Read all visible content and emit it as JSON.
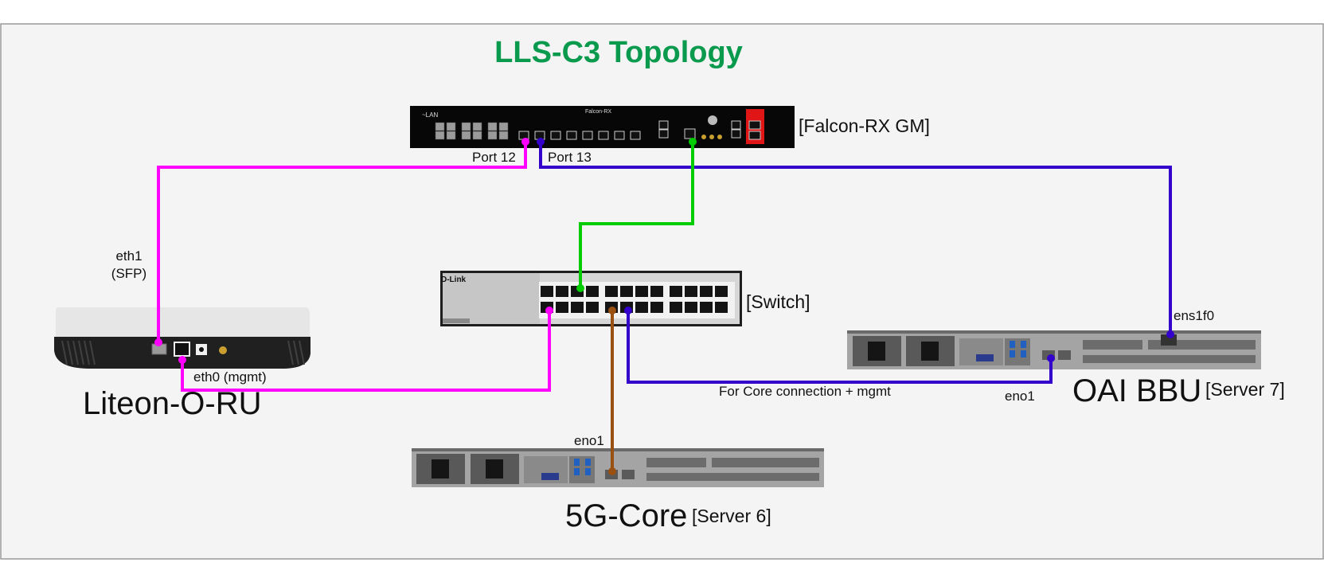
{
  "title": "LLS-C3 Topology",
  "colors": {
    "title": "#0a9a4e",
    "ptp_link": "#ff00ff",
    "oai_link": "#3300cc",
    "gm_switch_link": "#00cc00",
    "core_link": "#9a5010",
    "background": "#f4f4f4",
    "border": "#9a9a9a"
  },
  "devices": {
    "falcon": {
      "tag": "[Falcon-RX GM]",
      "brand": "Falcon-RX",
      "port12": "Port 12",
      "port13": "Port 13"
    },
    "switch": {
      "tag": "[Switch]",
      "brand": "D-Link"
    },
    "oru": {
      "name": "Liteon-O-RU",
      "eth1": "eth1",
      "eth1_type": "(SFP)",
      "eth0": "eth0 (mgmt)"
    },
    "oai": {
      "name": "OAI BBU",
      "tag": "[Server 7]",
      "ens1f0": "ens1f0",
      "eno1": "eno1"
    },
    "core": {
      "name": "5G-Core",
      "tag": "[Server 6]",
      "eno1": "eno1"
    }
  },
  "notes": {
    "core_connection": "For Core connection + mgmt"
  }
}
